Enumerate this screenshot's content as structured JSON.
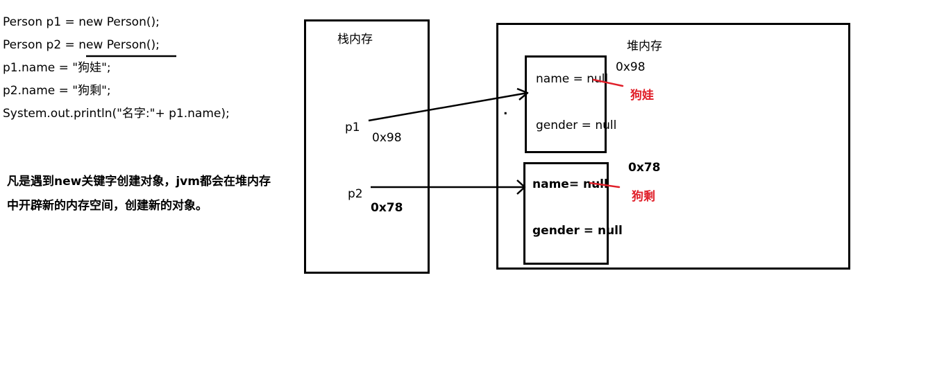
{
  "code": {
    "line1": "Person p1 = new Person();",
    "line2_prefix": "Person p2 = ",
    "line2_underlined": "new Person();",
    "line3": "p1.name = \"狗娃\";",
    "line4": "p2.name = \"狗剩\";",
    "line5": "System.out.println(\"名字:\"+ p1.name);"
  },
  "note": {
    "line1": "凡是遇到new关键字创建对象，jvm都会在堆内存",
    "line2": "中开辟新的内存空间，创建新的对象。"
  },
  "stack": {
    "title": "栈内存",
    "p1_label": "p1",
    "p1_addr": "0x98",
    "p2_label": "p2",
    "p2_addr": "0x78"
  },
  "heap": {
    "title": "堆内存",
    "dot": ".",
    "object1": {
      "addr": "0x98",
      "field_name": "name = null",
      "field_gender": "gender = null",
      "new_value": "狗娃"
    },
    "object2": {
      "addr": "0x78",
      "field_name": "name= null",
      "field_gender": "gender = null",
      "new_value": "狗剩"
    }
  },
  "colors": {
    "ink": "#000000",
    "annotation": "#e0202a"
  }
}
